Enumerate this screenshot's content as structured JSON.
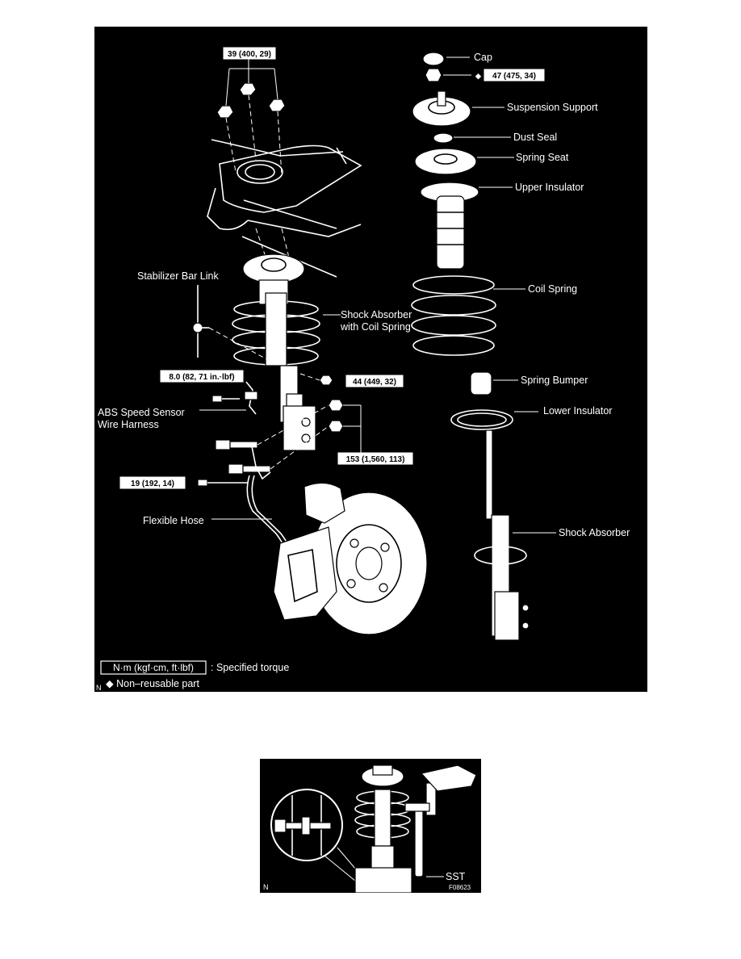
{
  "figure1": {
    "part_labels": {
      "cap": "Cap",
      "suspension_support": "Suspension Support",
      "dust_seal": "Dust Seal",
      "spring_seat": "Spring Seat",
      "upper_insulator": "Upper Insulator",
      "coil_spring": "Coil Spring",
      "spring_bumper": "Spring Bumper",
      "lower_insulator": "Lower Insulator",
      "shock_absorber": "Shock Absorber",
      "stabilizer_bar_link": "Stabilizer Bar Link",
      "shock_absorber_with_coil_line1": "Shock Absorber",
      "shock_absorber_with_coil_line2": "with Coil Spring",
      "abs_sensor_line1": "ABS Speed Sensor",
      "abs_sensor_line2": "Wire Harness",
      "flexible_hose": "Flexible Hose"
    },
    "torques": {
      "strut_nuts": "39 (400, 29)",
      "piston_rod_nut": "47 (475, 34)",
      "stab_link_nut": "44 (449, 32)",
      "abs_bolt": "8.0 (82, 71 in.·lbf)",
      "knuckle_bolts": "153 (1,560, 113)",
      "hose_bolt": "19 (192, 14)"
    },
    "non_reusable_marker": "◆",
    "legend": {
      "unit_box": "N·m (kgf·cm, ft·lbf)",
      "unit_desc": ": Specified torque",
      "non_reusable": "◆ Non–reusable part",
      "corner_mark": "N"
    }
  },
  "figure2": {
    "sst_label": "SST",
    "corner_mark": "N",
    "figure_code": "F08623"
  }
}
